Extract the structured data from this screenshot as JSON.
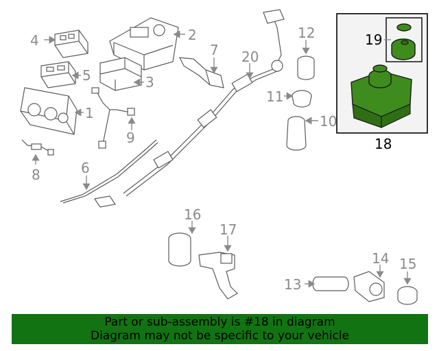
{
  "callouts": [
    "1",
    "2",
    "3",
    "4",
    "5",
    "6",
    "7",
    "8",
    "9",
    "10",
    "11",
    "12",
    "13",
    "14",
    "15",
    "16",
    "17",
    "18",
    "19",
    "20"
  ],
  "highlight": {
    "parts": [
      "18",
      "19"
    ],
    "color": "#3f8c1e"
  },
  "footer": {
    "line1": "Part or sub-assembly is #18 in diagram",
    "line2": "Diagram may not be specific to your vehicle",
    "background": "#127312"
  }
}
